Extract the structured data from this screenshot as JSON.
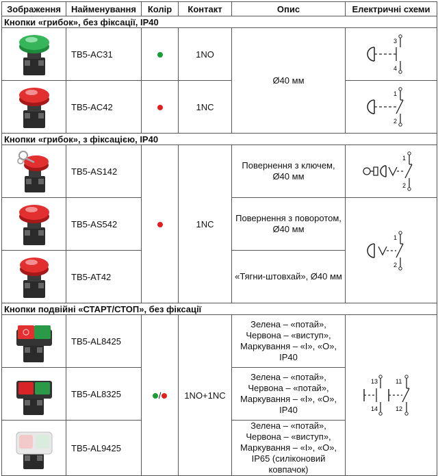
{
  "headers": [
    "Зображення",
    "Найменування",
    "Колір",
    "Контакт",
    "Опис",
    "Електричні схеми"
  ],
  "sections": [
    {
      "title": "Кнопки «грибок», без фіксації, IP40"
    },
    {
      "title": "Кнопки «грибок», з фіксацією, IP40"
    },
    {
      "title": "Кнопки подвійні «СТАРТ/СТОП», без фіксації"
    }
  ],
  "rows": [
    {
      "name": "TB5-AC31",
      "contact": "1NO"
    },
    {
      "name": "TB5-AC42",
      "contact": "1NC"
    },
    {
      "name": "TB5-AS142"
    },
    {
      "name": "TB5-AS542"
    },
    {
      "name": "TB5-AT42"
    },
    {
      "name": "TB5-AL8425"
    },
    {
      "name": "TB5-AL8325"
    },
    {
      "name": "TB5-AL9425"
    }
  ],
  "group2": {
    "contact": "1NC"
  },
  "group3": {
    "contact": "1NO+1NC",
    "color_sep": "/"
  },
  "desc": {
    "d1": "Ø40 мм",
    "d3": "Повернення з ключем, Ø40 мм",
    "d4": "Повернення з поворотом, Ø40 мм",
    "d5": "«Тягни-штовхай», Ø40 мм",
    "d6": "Зелена – «потай», Червона – «виступ», Маркування – «I», «O», IP40",
    "d7": "Зелена – «потай», Червона – «потай», Маркування – «I», «O», IP40",
    "d8": "Зелена – «потай», Червона – «виступ», Маркування – «I», «O», IP65 (силіконовий ковпачок)"
  },
  "schemes": {
    "s1": {
      "top": "3",
      "bottom": "4"
    },
    "s2": {
      "top": "1",
      "bottom": "2"
    },
    "s3": {
      "top": "1",
      "bottom": "2"
    },
    "s4": {
      "top": "1",
      "bottom": "2"
    },
    "s6": {
      "t1": "13",
      "b1": "14",
      "t2": "11",
      "b2": "12"
    }
  },
  "colors": {
    "green": "#1a9c36",
    "red": "#e02020"
  }
}
